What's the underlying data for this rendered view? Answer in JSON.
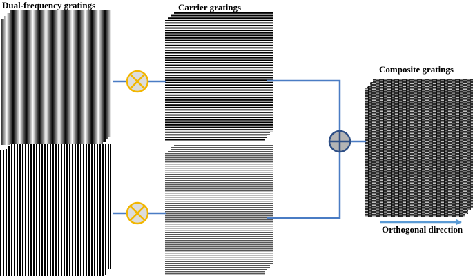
{
  "labels": {
    "dual_frequency": "Dual-frequency gratings",
    "carrier": "Carrier gratings",
    "composite": "Composite gratings",
    "orthogonal": "Orthogonal direction"
  },
  "colors": {
    "connector_line": "#4a7cc4",
    "multiplier_fill": "#dcdcdc",
    "multiplier_ring": "#f2b600",
    "adder_fill": "#b4b4b4",
    "adder_ring": "#2e4f86",
    "arrow": "#5b9bd5"
  },
  "icons": {
    "multiply": "multiply-circle-icon",
    "add": "plus-circle-icon",
    "arrow": "arrow-right-icon"
  }
}
